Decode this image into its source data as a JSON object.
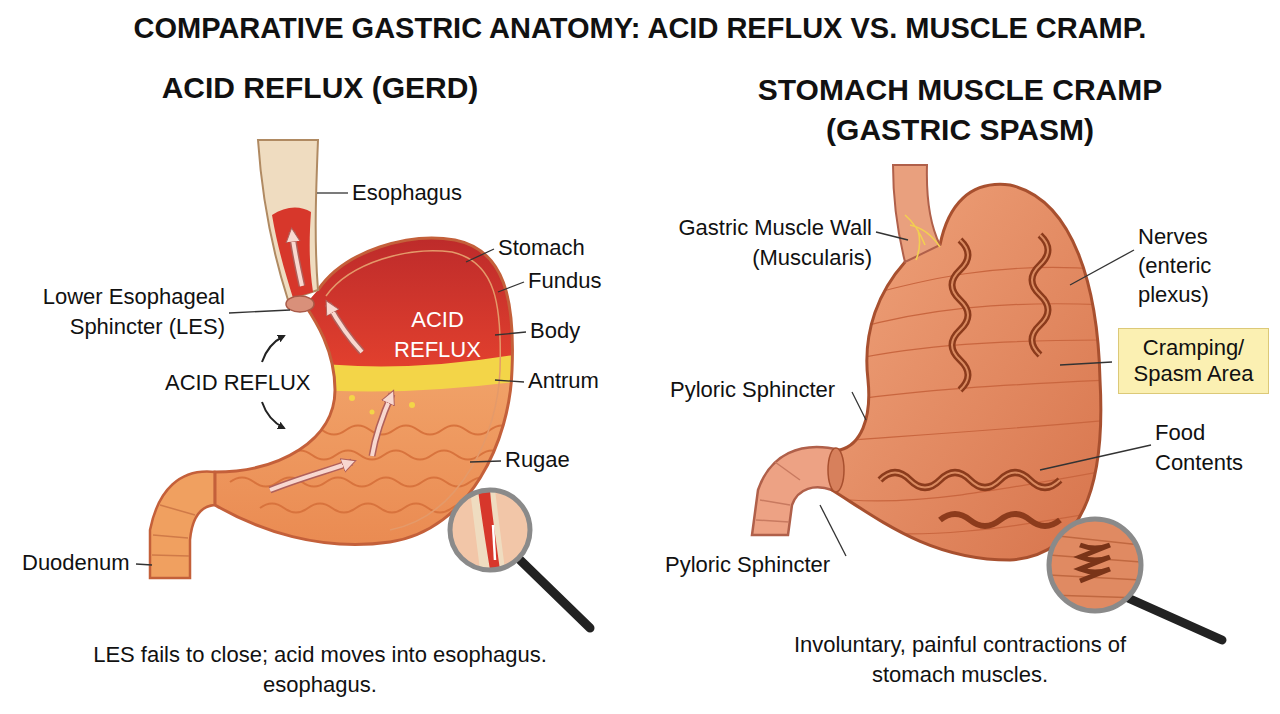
{
  "diagram": {
    "title": "COMPARATIVE GASTRIC ANATOMY: ACID REFLUX VS. MUSCLE CRAMP.",
    "nodes": [
      {
        "text": [
          "Cramping/ Spasm Area"
        ]
      }
    ],
    "labels": [
      "ACID REFLUX (GERD)",
      "STOMACH MUSCLE CRAMP (GASTRIC SPASM)",
      "Esophagus",
      "Stomach",
      "Fundus",
      "Lower Esophageal Sphincter (LES)",
      "ACID REFLUX",
      "Body",
      "ACID REFLUX",
      "Antrum",
      "Rugae",
      "Duodenum",
      "LES fails to close; acid moves into esophagus. esophagus.",
      "Gastric Muscle Wall (Muscularis)",
      "Nerves (enteric plexus)",
      "Pyloric Sphincter",
      "Food Contents",
      "Pyloric Sphincter",
      "Involuntary, painful contractions of stomach muscles."
    ]
  }
}
